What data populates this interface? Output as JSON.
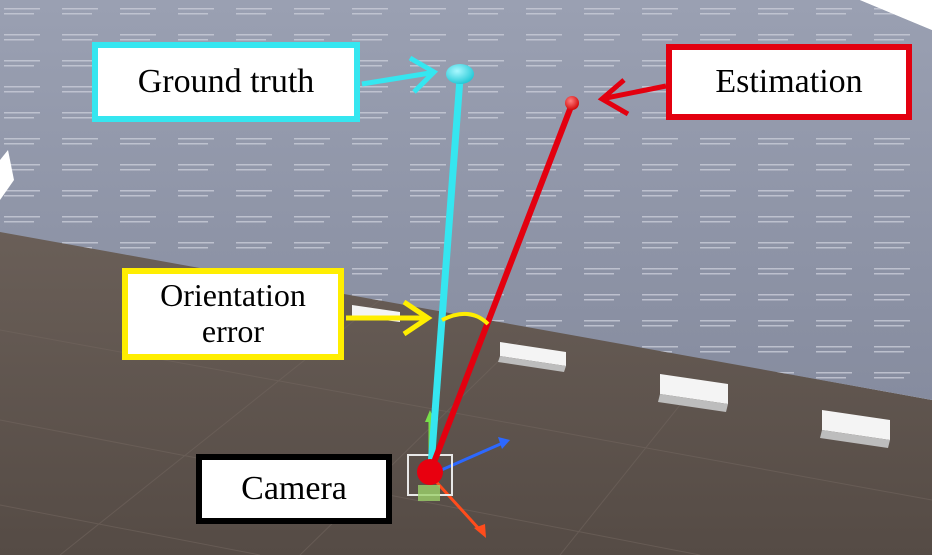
{
  "labels": {
    "ground_truth": "Ground truth",
    "estimation": "Estimation",
    "orientation_line1": "Orientation",
    "orientation_line2": "error",
    "camera": "Camera"
  },
  "colors": {
    "ground_truth": "#35e6f0",
    "estimation": "#e3000f",
    "orientation_error": "#ffee00",
    "camera": "#000000",
    "wall": "#8c93a6",
    "floor": "#5d524c"
  }
}
